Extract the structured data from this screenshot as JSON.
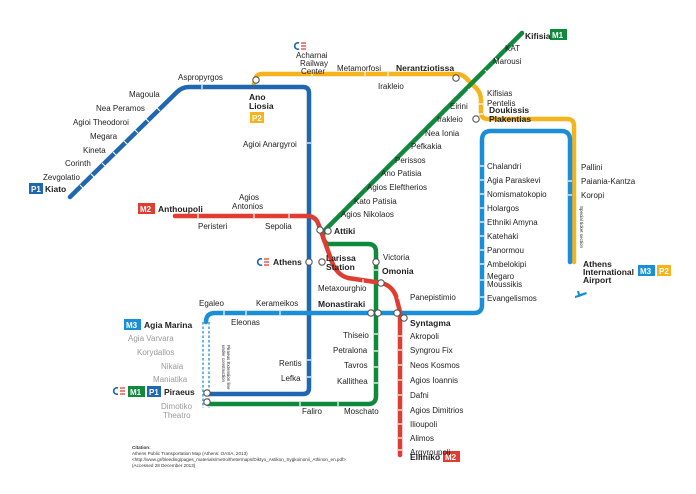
{
  "colors": {
    "m1": "#0f8a3c",
    "m2": "#e03c31",
    "m3": "#1a8fd8",
    "suburban_blue": "#1f67b0",
    "suburban_yellow": "#f6b31b"
  },
  "icons": {
    "ose": "ose-railway-logo-icon",
    "plane": "plane-icon"
  },
  "badges": {
    "m1": "M1",
    "m2": "M2",
    "m3": "M3",
    "p1": "P1",
    "p2": "P2"
  },
  "termini": {
    "kifisia": "Kifisia",
    "anthoupoli": "Anthoupoli",
    "agia_marina": "Agia Marina",
    "piraeus": "Piraeus",
    "elliniko": "Elliniko",
    "kiato": "Kiato",
    "ano_liosia_1": "Ano",
    "ano_liosia_2": "Liosia",
    "airport_1": "Athens",
    "airport_2": "International",
    "airport_3": "Airport"
  },
  "interchanges": {
    "nerantziotissa": "Nerantziotissa",
    "doukissis_1": "Doukissis",
    "doukissis_2": "Plakentias",
    "attiki": "Attiki",
    "larissa_1": "Larissa",
    "larissa_2": "Station",
    "athens": "Athens",
    "omonia": "Omonia",
    "monastiraki": "Monastiraki",
    "syntagma": "Syntagma"
  },
  "stations": {
    "m1": [
      "KAT",
      "Marousi",
      "Eirini",
      "Irakleio",
      "Nea Ionia",
      "Pefkakia",
      "Perissos",
      "Ano Patisia",
      "Agios Eleftherios",
      "Kato Patisia",
      "Agios Nikolaos",
      "Victoria",
      "Thiseio",
      "Petralona",
      "Tavros",
      "Kallithea",
      "Moschato",
      "Faliro"
    ],
    "m2": [
      "Agios",
      "Antonios",
      "Peristeri",
      "Sepolia",
      "Metaxourghio",
      "Panepistimio",
      "Akropoli",
      "Syngrou Fix",
      "Neos Kosmos",
      "Agios Ioannis",
      "Dafni",
      "Agios Dimitrios",
      "Ilioupoli",
      "Alimos",
      "Argyroupoli"
    ],
    "m3": [
      "Egaleo",
      "Eleonas",
      "Kerameikos",
      "Evangelismos",
      "Megaro",
      "Moussikis",
      "Ambelokipi",
      "Panormou",
      "Katehaki",
      "Ethniki Amyna",
      "Holargos",
      "Nomismatokopio",
      "Agia Paraskevi",
      "Chalandri",
      "Pallini",
      "Paiania-Kantza",
      "Koropi"
    ],
    "m3_planned": [
      "Agia Varvara",
      "Korydallos",
      "Nikaia",
      "Maniatika",
      "Dimotiko",
      "Theatro"
    ],
    "suburban": [
      "Aspropyrgos",
      "Magoula",
      "Nea Peramos",
      "Agioi Theodoroi",
      "Megara",
      "Kineta",
      "Corinth",
      "Zevgolatio",
      "Agioi Anargyroi",
      "Rentis",
      "Lefka",
      "Acharnai",
      "Railway",
      "Center",
      "Metamorfosi",
      "Irakleio",
      "Kifisias",
      "Pentelis"
    ]
  },
  "notes": {
    "piraeus_extension_1": "Piraeus Extension line",
    "piraeus_extension_2": "under construction",
    "shared_section": "Special ticket section"
  },
  "citation": {
    "heading": "Citation:",
    "line1": "Athens Public Transportation Map (Athens: OASA, 2013)",
    "line2": "<http://www.gr/bleeding/pages_materials/metro/thetermaps/Diktyo_Astikon_Sygkoinonii_Athinon_en.pdf>",
    "line3": "(Accessed 28 December 2013)"
  }
}
